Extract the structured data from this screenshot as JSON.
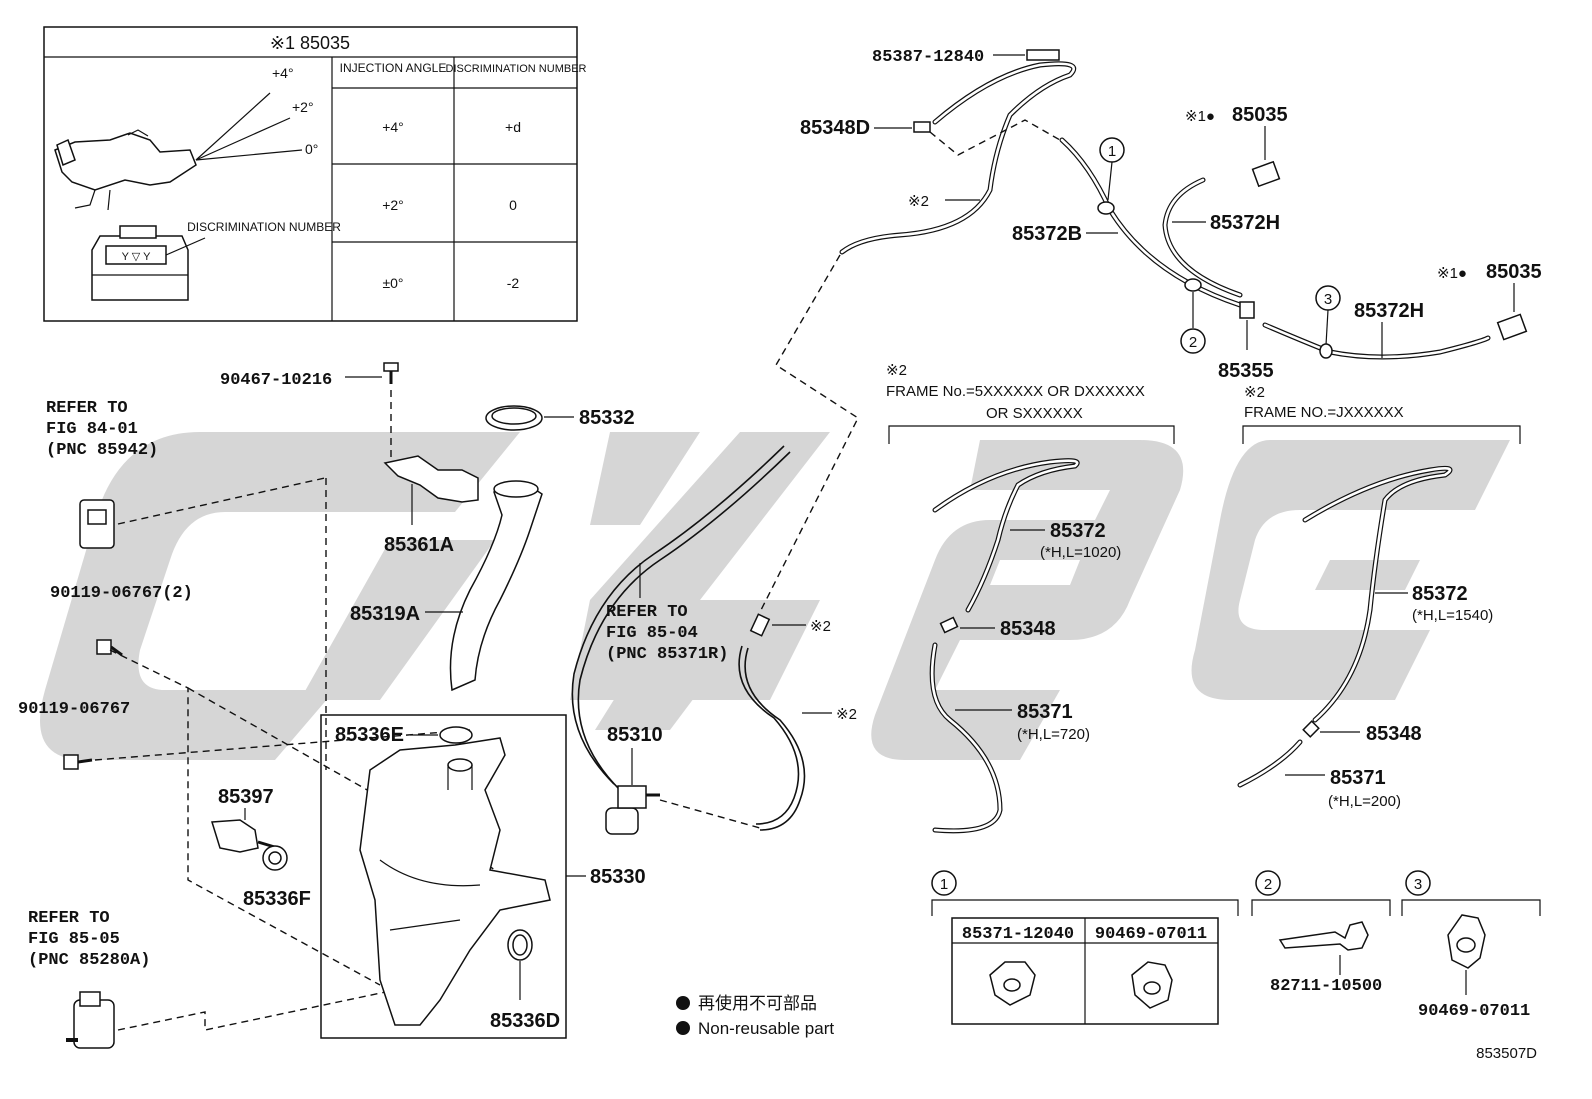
{
  "inset": {
    "title": "※1 85035",
    "angle_labels": [
      "+4°",
      "+2°",
      "0°"
    ],
    "discrimination_label": "DISCRIMINATION NUMBER",
    "badge": "Y ▽ Y",
    "col1_header": "INJECTION ANGLE",
    "col2_header": "DISCRIMINATION NUMBER",
    "rows": [
      {
        "angle": "+4°",
        "number": "+d"
      },
      {
        "angle": "+2°",
        "number": "0"
      },
      {
        "angle": "±0°",
        "number": "-2"
      }
    ]
  },
  "parts": {
    "p90467": "90467-10216",
    "p85332": "85332",
    "p85361A": "85361A",
    "p85319A": "85319A",
    "p90119_2": "90119-06767(2)",
    "p90119": "90119-06767",
    "p85336E": "85336E",
    "p85397": "85397",
    "p85336F": "85336F",
    "p85330": "85330",
    "p85336D": "85336D",
    "p85310": "85310",
    "p85387": "85387-12840",
    "p85348D": "85348D",
    "p85372B": "85372B",
    "p85372H_a": "85372H",
    "p85372H_b": "85372H",
    "p85355": "85355",
    "p85035_a": "85035",
    "p85035_b": "85035",
    "mark_a": "※1●",
    "mark_b": "※1●",
    "p85372_1": "85372",
    "p85372_1_note": "(*H,L=1020)",
    "p85348_1": "85348",
    "p85371_1": "85371",
    "p85371_1_note": "(*H,L=720)",
    "p85372_2": "85372",
    "p85372_2_note": "(*H,L=1540)",
    "p85348_2": "85348",
    "p85371_2": "85371",
    "p85371_2_note": "(*H,L=200)"
  },
  "notes": {
    "star2": "※2",
    "refer1": [
      "REFER TO",
      "FIG 84-01",
      "(PNC 85942)"
    ],
    "refer2": [
      "REFER TO",
      "FIG 85-04",
      "(PNC 85371R)"
    ],
    "refer3": [
      "REFER TO",
      "FIG 85-05",
      "(PNC 85280A)"
    ],
    "frame1_mark": "※2",
    "frame1_line1": "FRAME No.=5XXXXXX OR DXXXXXX",
    "frame1_line2": "OR SXXXXXX",
    "frame2_mark": "※2",
    "frame2_line1": "FRAME NO.=JXXXXXX"
  },
  "callouts": [
    "1",
    "2",
    "3"
  ],
  "detail": {
    "c1_left": "85371-12040",
    "c1_right": "90469-07011",
    "c2": "82711-10500",
    "c3": "90469-07011"
  },
  "legend": {
    "jp": "再使用不可部品",
    "en": "Non-reusable part"
  },
  "diagram_id": "853507D",
  "watermark_color": "#d6d6d6"
}
